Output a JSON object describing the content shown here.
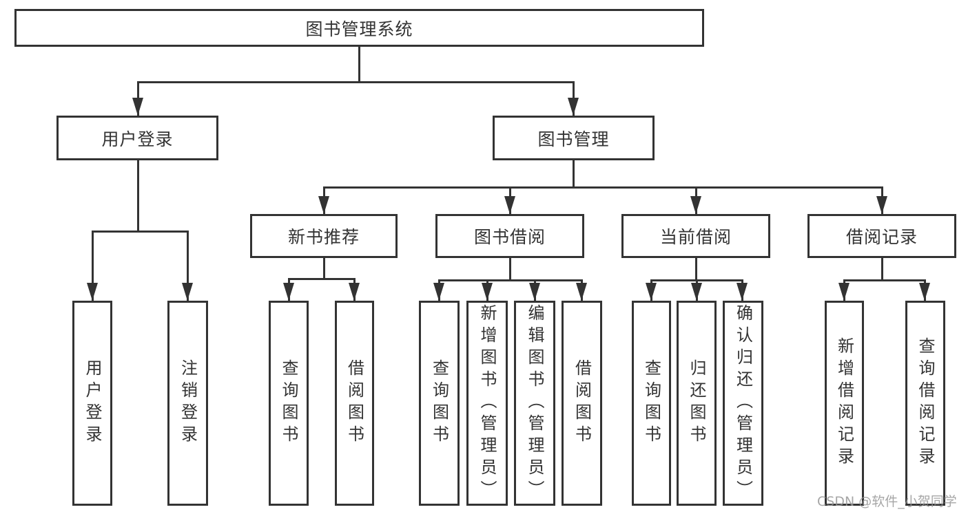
{
  "tree": {
    "root": "图书管理系统",
    "branches": [
      {
        "label": "用户登录",
        "leaves": [
          "用户登录",
          "注销登录"
        ]
      },
      {
        "label": "图书管理",
        "groups": [
          {
            "label": "新书推荐",
            "leaves": [
              "查询图书",
              "借阅图书"
            ]
          },
          {
            "label": "图书借阅",
            "leaves": [
              "查询图书",
              "新增图书（管理员）",
              "编辑图书（管理员）",
              "借阅图书"
            ]
          },
          {
            "label": "当前借阅",
            "leaves": [
              "查询图书",
              "归还图书",
              "确认归还（管理员）"
            ]
          },
          {
            "label": "借阅记录",
            "leaves": [
              "新增借阅记录",
              "查询借阅记录"
            ]
          }
        ]
      }
    ]
  },
  "watermark": "CSDN @软件_小贺同学",
  "colors": {
    "line": "#333333",
    "text": "#333333",
    "box_background": "#ffffff",
    "page_background": "#ffffff",
    "watermark": "#969696"
  }
}
